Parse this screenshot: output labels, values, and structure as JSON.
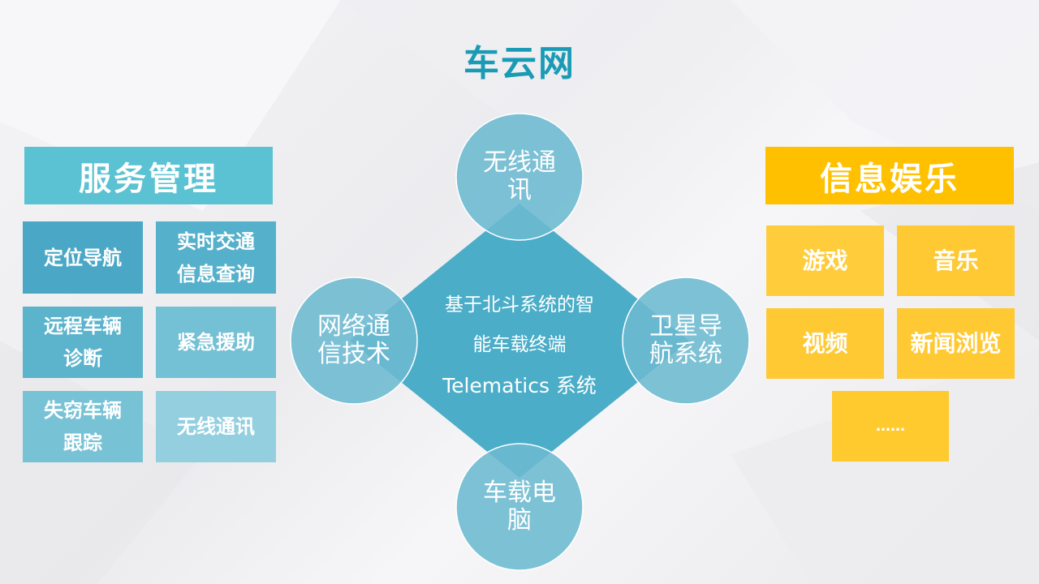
{
  "title": "车云网",
  "colors": {
    "title": "#1a9bb5",
    "service_header": "#5bc2d3",
    "service_tiles": [
      "#4aa8c6",
      "#55b0cb",
      "#5fb5ce",
      "#6dbdd2",
      "#7cc4d6",
      "#8fcbdc"
    ],
    "info_header": "#ffc000",
    "info_tiles": "#ffca2e",
    "diamond": "#4badc8",
    "circles": "#6cbad0"
  },
  "service_management": {
    "header": "服务管理",
    "items": [
      {
        "lines": [
          "定位导航"
        ]
      },
      {
        "lines": [
          "实时交通",
          "信息查询"
        ]
      },
      {
        "lines": [
          "远程车辆",
          "诊断"
        ]
      },
      {
        "lines": [
          "紧急援助"
        ]
      },
      {
        "lines": [
          "失窃车辆",
          "跟踪"
        ]
      },
      {
        "lines": [
          "无线通讯"
        ]
      }
    ]
  },
  "infotainment": {
    "header": "信息娱乐",
    "items": [
      {
        "label": "游戏"
      },
      {
        "label": "音乐"
      },
      {
        "label": "视频"
      },
      {
        "label": "新闻浏览"
      },
      {
        "label": "……"
      }
    ]
  },
  "center": {
    "lines": [
      "基于北斗系统的智",
      "能车载终端",
      "Telematics 系统"
    ],
    "circles": {
      "top": [
        "无线通",
        "讯"
      ],
      "left": [
        "网络通",
        "信技术"
      ],
      "right": [
        "卫星导",
        "航系统"
      ],
      "bottom": [
        "车载电",
        "脑"
      ]
    }
  }
}
